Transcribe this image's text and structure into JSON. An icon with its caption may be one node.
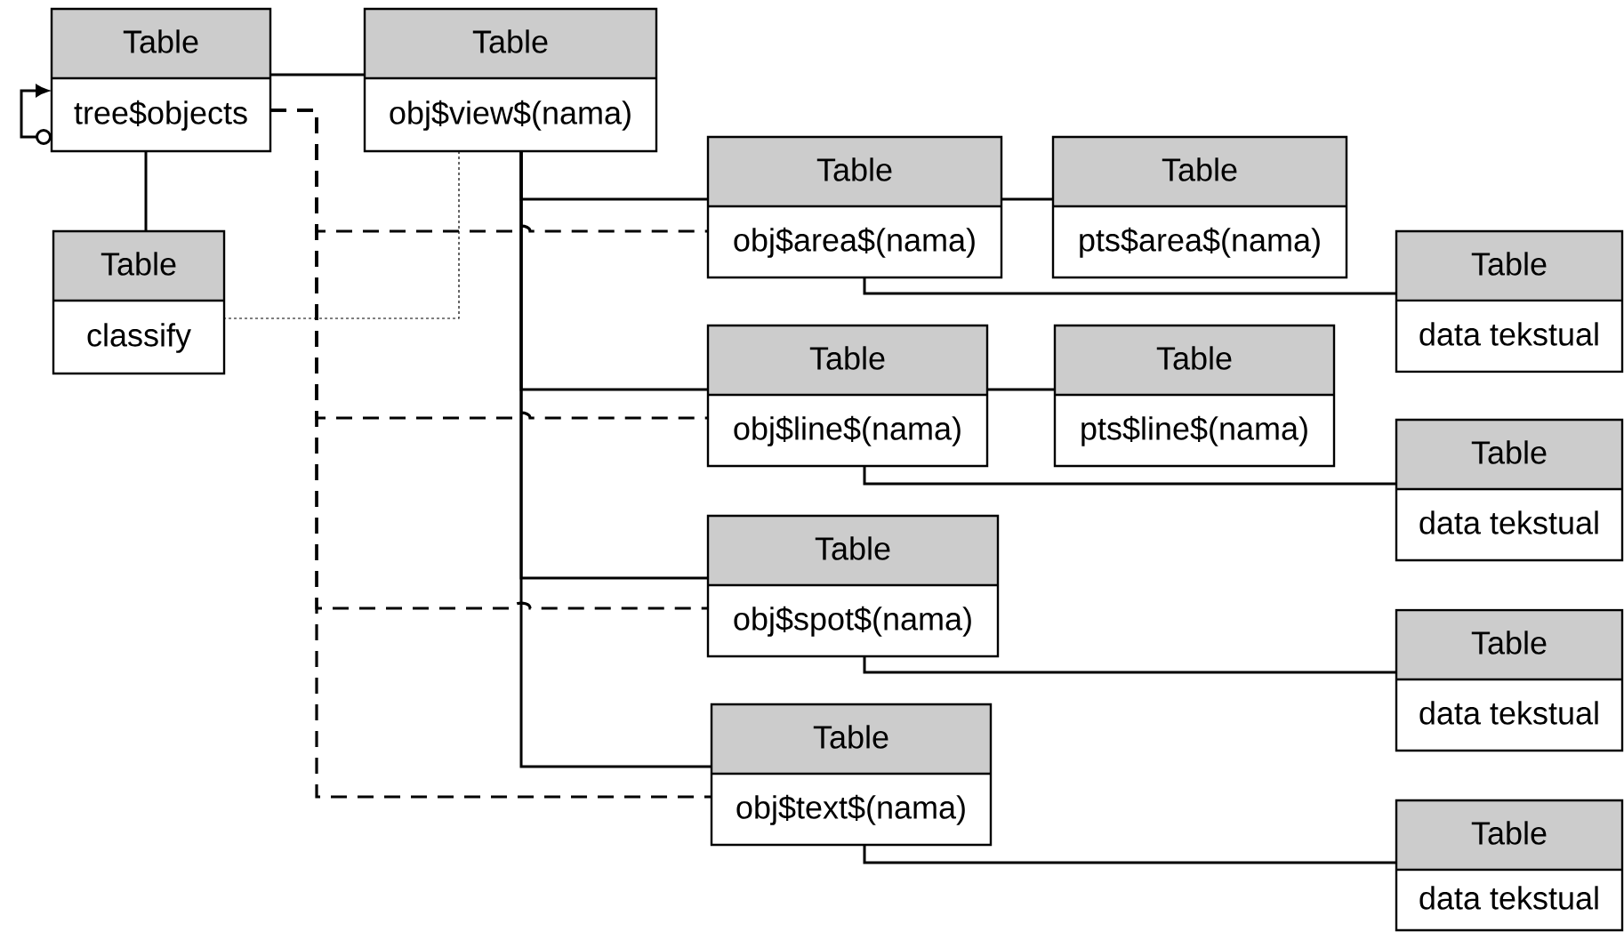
{
  "diagram": {
    "nodes": [
      {
        "text": [
          "Table",
          "tree$objects"
        ]
      },
      {
        "text": [
          "Table",
          "obj$view$(nama)"
        ]
      },
      {
        "text": [
          "Table",
          "classify"
        ]
      },
      {
        "text": [
          "Table",
          "obj$area$(nama)"
        ]
      },
      {
        "text": [
          "Table",
          "pts$area$(nama)"
        ]
      },
      {
        "text": [
          "Table",
          "data tekstual"
        ]
      },
      {
        "text": [
          "Table",
          "obj$line$(nama)"
        ]
      },
      {
        "text": [
          "Table",
          "pts$line$(nama)"
        ]
      },
      {
        "text": [
          "Table",
          "data tekstual"
        ]
      },
      {
        "text": [
          "Table",
          "obj$spot$(nama)"
        ]
      },
      {
        "text": [
          "Table",
          "data tekstual"
        ]
      },
      {
        "text": [
          "Table",
          "obj$text$(nama)"
        ]
      },
      {
        "text": [
          "Table",
          "data tekstual"
        ]
      }
    ],
    "edges": [
      {
        "from": 0,
        "to": 1,
        "arrow": "none"
      },
      {
        "from": 0,
        "to": 0,
        "arrow": "to"
      },
      {
        "from": 0,
        "to": 2,
        "arrow": "none"
      },
      {
        "from": 1,
        "to": 2,
        "arrow": "none",
        "style": "dashed"
      },
      {
        "from": 0,
        "to": 3,
        "arrow": "none",
        "style": "dashed"
      },
      {
        "from": 0,
        "to": 6,
        "arrow": "none",
        "style": "dashed"
      },
      {
        "from": 0,
        "to": 9,
        "arrow": "none",
        "style": "dashed"
      },
      {
        "from": 0,
        "to": 11,
        "arrow": "none",
        "style": "dashed"
      },
      {
        "from": 1,
        "to": 3,
        "arrow": "none"
      },
      {
        "from": 1,
        "to": 6,
        "arrow": "none"
      },
      {
        "from": 1,
        "to": 9,
        "arrow": "none"
      },
      {
        "from": 1,
        "to": 11,
        "arrow": "none"
      },
      {
        "from": 3,
        "to": 4,
        "arrow": "none"
      },
      {
        "from": 6,
        "to": 7,
        "arrow": "none"
      },
      {
        "from": 3,
        "to": 5,
        "arrow": "none"
      },
      {
        "from": 6,
        "to": 8,
        "arrow": "none"
      },
      {
        "from": 9,
        "to": 10,
        "arrow": "none"
      },
      {
        "from": 11,
        "to": 12,
        "arrow": "none"
      }
    ]
  }
}
